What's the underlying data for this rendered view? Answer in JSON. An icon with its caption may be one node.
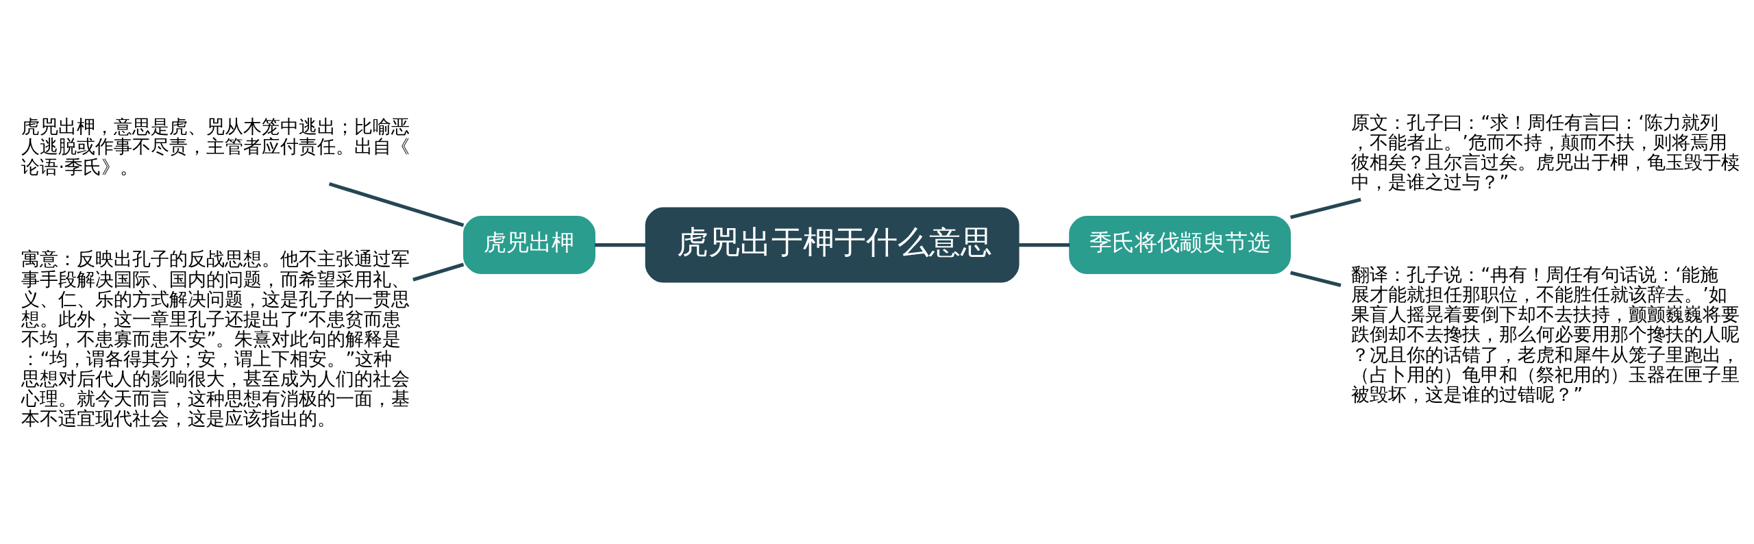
{
  "diagram": {
    "nodes": [
      {
        "text": [
          "虎兕出于柙于什么意思"
        ]
      },
      {
        "text": [
          "虎兕出柙"
        ]
      },
      {
        "text": [
          "虎兕出柙，意思是虎、兕从木笼中逃出；比喻恶人逃脱或作事不尽责，主管者应付责任。出自《论语·季氏》。"
        ]
      },
      {
        "text": [
          "寓意：反映出孔子的反战思想。他不主张通过军事手段解决国际、国内的问题，而希望采用礼、义、仁、乐的方式解决问题，这是孔子的一贯思想。此外，这一章里孔子还提出了“不患贫而患不均，不患寡而患不安”。朱熹对此句的解释是：“均，谓各得其分；安，谓上下相安。”这种思想对后代人的影响很大，甚至成为人们的社会心理。就今天而言，这种思想有消极的一面，基本不适宜现代社会，这是应该指出的。"
        ]
      },
      {
        "text": [
          "季氏将伐颛臾节选"
        ]
      },
      {
        "text": [
          "原文：孔子曰：“求！周任有言曰：‘陈力就列，不能者止。’危而不持，颠而不扶，则将焉用彼相矣？且尔言过矣。虎兕出于柙，龟玉毁于椟中，是谁之过与？”"
        ]
      },
      {
        "text": [
          "翻译：孔子说：“冉有！周任有句话说：‘能施展才能就担任那职位，不能胜任就该辞去。’如果盲人摇晃着要倒下却不去扶持，颤颤巍巍将要跌倒却不去搀扶，那么何必要用那个搀扶的人呢？况且你的话错了，老虎和犀牛从笼子里跑出，（占卜用的）龟甲和（祭祀用的）玉器在匣子里被毁坏，这是谁的过错呢？”"
        ]
      }
    ],
    "edges": [
      {
        "from": 0,
        "to": 1,
        "arrow": "none"
      },
      {
        "from": 1,
        "to": 2,
        "arrow": "none"
      },
      {
        "from": 1,
        "to": 3,
        "arrow": "none"
      },
      {
        "from": 0,
        "to": 4,
        "arrow": "none"
      },
      {
        "from": 4,
        "to": 5,
        "arrow": "none"
      },
      {
        "from": 4,
        "to": 6,
        "arrow": "none"
      }
    ]
  }
}
